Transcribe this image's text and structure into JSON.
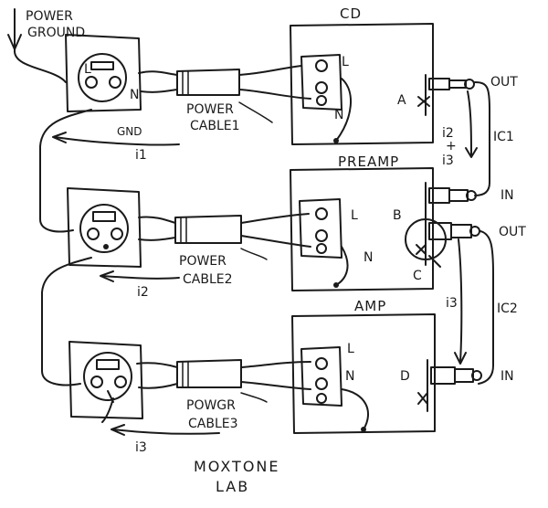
{
  "power_ground": {
    "line1": "POWER",
    "line2": "GROUND"
  },
  "devices": {
    "cd": {
      "name": "CD",
      "L": "L",
      "N": "N"
    },
    "preamp": {
      "name": "PREAMP",
      "L": "L",
      "N": "N"
    },
    "amp": {
      "name": "AMP",
      "L": "L",
      "N": "N"
    }
  },
  "outlets": {
    "o1": {
      "N": "N",
      "gnd": "GND"
    }
  },
  "cables": {
    "c1": {
      "line1": "POWER",
      "line2": "CABLE1"
    },
    "c2": {
      "line1": "POWER",
      "line2": "CABLE2"
    },
    "c3": {
      "line1": "POWGR",
      "line2": "CABLE3"
    }
  },
  "points": {
    "A": "A",
    "B": "B",
    "C": "C",
    "D": "D"
  },
  "currents": {
    "i1": "i1",
    "i2": "i2",
    "i3": "i3",
    "i2_plus": "i2",
    "plus": "+",
    "i3_plus": "i3",
    "i3_amp": "i3"
  },
  "jacks": {
    "out1": "OUT",
    "in1": "IN",
    "out2": "OUT",
    "in2": "IN"
  },
  "interconnects": {
    "ic1": "IC1",
    "ic2": "IC2"
  },
  "brand": {
    "line1": "MOXTONE",
    "line2": "LAB"
  }
}
